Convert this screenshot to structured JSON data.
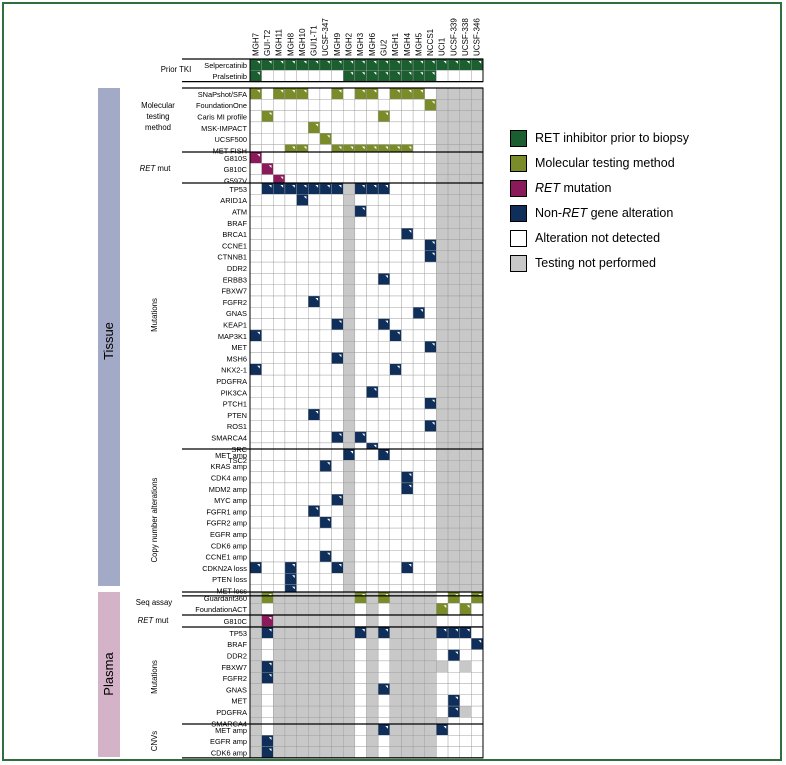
{
  "samples": [
    "MGH7",
    "GUI-T2",
    "MGH11",
    "MGH8",
    "MGH10",
    "GUI1-T1",
    "UCSF-347",
    "MGH9",
    "MGH2",
    "MGH3",
    "MGH6",
    "GU2",
    "MGH1",
    "MGH4",
    "MGH5",
    "NCCS1",
    "UCI1",
    "UCSF-339",
    "UCSF-338",
    "UCSF-346"
  ],
  "tissue_label": "Tissue",
  "plasma_label": "Plasma",
  "colors": {
    "ret_inhibitor": "#1b5e30",
    "molecular": "#7a8c2a",
    "ret_mutation": "#8a1a5a",
    "non_ret": "#0f2f5a",
    "not_detected": "#ffffff",
    "not_performed": "#c8c8c8",
    "tissue_bar": "#a3aac7",
    "plasma_bar": "#d4b3c8"
  },
  "legend": [
    {
      "key": "ret_inhibitor",
      "label": "RET inhibitor prior to biopsy"
    },
    {
      "key": "molecular",
      "label": "Molecular testing method"
    },
    {
      "key": "ret_mutation",
      "label": "RET mutation"
    },
    {
      "key": "non_ret",
      "label": "Non-RET gene alteration"
    },
    {
      "key": "not_detected",
      "label": "Alteration not detected"
    },
    {
      "key": "not_performed",
      "label": "Testing not performed"
    }
  ],
  "groups": [
    {
      "label": "Prior TKI",
      "rows": [
        {
          "name": "Selpercatinib",
          "ret": [
            0,
            1,
            2,
            3,
            4,
            5,
            6,
            7,
            8,
            9,
            10,
            11,
            12,
            13,
            14,
            15,
            16,
            17,
            18,
            19
          ]
        },
        {
          "name": "Pralsetinib",
          "ret": [
            0,
            8,
            9,
            10,
            11,
            12,
            13,
            14,
            15
          ]
        }
      ]
    },
    {
      "label": "Molecular testing method",
      "rows": [
        {
          "name": "SNaPshot/SFA",
          "molecular": [
            0,
            2,
            3,
            4,
            7,
            9,
            10,
            12,
            13,
            14
          ],
          "gray": [
            16,
            17,
            18,
            19
          ]
        },
        {
          "name": "FoundationOne",
          "molecular": [
            15
          ],
          "gray": [
            16,
            17,
            18,
            19
          ]
        },
        {
          "name": "Caris MI profile",
          "molecular": [
            1,
            11
          ],
          "gray": [
            16,
            17,
            18,
            19
          ]
        },
        {
          "name": "MSK-IMPACT",
          "molecular": [
            5
          ],
          "gray": [
            16,
            17,
            18,
            19
          ]
        },
        {
          "name": "UCSF500",
          "molecular": [
            6
          ],
          "gray": [
            16,
            17,
            18,
            19
          ]
        },
        {
          "name": "MET FISH",
          "molecular": [
            3,
            4,
            7,
            8,
            9,
            10,
            11,
            12,
            13
          ],
          "gray": [
            16,
            17,
            18,
            19
          ]
        }
      ]
    },
    {
      "label": "RET mut",
      "rows": [
        {
          "name": "G810S",
          "retmut": [
            0
          ],
          "gray": [
            16,
            17,
            18,
            19
          ]
        },
        {
          "name": "G810C",
          "retmut": [
            1
          ],
          "gray": [
            16,
            17,
            18,
            19
          ]
        },
        {
          "name": "G597V",
          "retmut": [
            2
          ],
          "gray": [
            16,
            17,
            18,
            19
          ]
        }
      ]
    },
    {
      "label": "Mutations",
      "rows": [
        {
          "name": "TP53",
          "alt": [
            1,
            2,
            3,
            4,
            5,
            6,
            7,
            9,
            10,
            11
          ],
          "gray": [
            8,
            16,
            17,
            18,
            19
          ]
        },
        {
          "name": "ARID1A",
          "alt": [
            4
          ],
          "gray": [
            8,
            16,
            17,
            18,
            19
          ]
        },
        {
          "name": "ATM",
          "alt": [
            9
          ],
          "gray": [
            8,
            16,
            17,
            18,
            19
          ]
        },
        {
          "name": "BRAF",
          "alt": [],
          "gray": [
            8,
            16,
            17,
            18,
            19
          ]
        },
        {
          "name": "BRCA1",
          "alt": [
            13
          ],
          "gray": [
            8,
            16,
            17,
            18,
            19
          ]
        },
        {
          "name": "CCNE1",
          "alt": [
            15
          ],
          "gray": [
            8,
            16,
            17,
            18,
            19
          ]
        },
        {
          "name": "CTNNB1",
          "alt": [
            15
          ],
          "gray": [
            8,
            16,
            17,
            18,
            19
          ]
        },
        {
          "name": "DDR2",
          "alt": [],
          "gray": [
            8,
            16,
            17,
            18,
            19
          ]
        },
        {
          "name": "ERBB3",
          "alt": [
            11
          ],
          "gray": [
            8,
            16,
            17,
            18,
            19
          ]
        },
        {
          "name": "FBXW7",
          "alt": [],
          "gray": [
            8,
            16,
            17,
            18,
            19
          ]
        },
        {
          "name": "FGFR2",
          "alt": [
            5
          ],
          "gray": [
            8,
            16,
            17,
            18,
            19
          ]
        },
        {
          "name": "GNAS",
          "alt": [
            14
          ],
          "gray": [
            8,
            16,
            17,
            18,
            19
          ]
        },
        {
          "name": "KEAP1",
          "alt": [
            7,
            11
          ],
          "gray": [
            8,
            16,
            17,
            18,
            19
          ]
        },
        {
          "name": "MAP3K1",
          "alt": [
            0,
            12
          ],
          "gray": [
            8,
            16,
            17,
            18,
            19
          ]
        },
        {
          "name": "MET",
          "alt": [
            15
          ],
          "gray": [
            8,
            16,
            17,
            18,
            19
          ]
        },
        {
          "name": "MSH6",
          "alt": [
            7
          ],
          "gray": [
            8,
            16,
            17,
            18,
            19
          ]
        },
        {
          "name": "NKX2-1",
          "alt": [
            0,
            12
          ],
          "gray": [
            8,
            16,
            17,
            18,
            19
          ]
        },
        {
          "name": "PDGFRA",
          "alt": [],
          "gray": [
            8,
            16,
            17,
            18,
            19
          ]
        },
        {
          "name": "PIK3CA",
          "alt": [
            10
          ],
          "gray": [
            8,
            16,
            17,
            18,
            19
          ]
        },
        {
          "name": "PTCH1",
          "alt": [
            15
          ],
          "gray": [
            8,
            16,
            17,
            18,
            19
          ]
        },
        {
          "name": "PTEN",
          "alt": [
            5
          ],
          "gray": [
            8,
            16,
            17,
            18,
            19
          ]
        },
        {
          "name": "ROS1",
          "alt": [
            15
          ],
          "gray": [
            8,
            16,
            17,
            18,
            19
          ]
        },
        {
          "name": "SMARCA4",
          "alt": [
            7,
            9
          ],
          "gray": [
            8,
            16,
            17,
            18,
            19
          ]
        },
        {
          "name": "SRC",
          "alt": [
            10
          ],
          "gray": [
            8,
            16,
            17,
            18,
            19
          ]
        },
        {
          "name": "TSC2",
          "alt": [
            15
          ],
          "gray": [
            8,
            16,
            17,
            18,
            19
          ]
        }
      ]
    },
    {
      "label": "Copy number alterations",
      "rows": [
        {
          "name": "MET amp",
          "alt": [
            8,
            11
          ],
          "gray": [
            16,
            17,
            18,
            19
          ]
        },
        {
          "name": "KRAS amp",
          "alt": [
            6
          ],
          "gray": [
            8,
            16,
            17,
            18,
            19
          ]
        },
        {
          "name": "CDK4 amp",
          "alt": [
            13
          ],
          "gray": [
            8,
            16,
            17,
            18,
            19
          ]
        },
        {
          "name": "MDM2 amp",
          "alt": [
            13
          ],
          "gray": [
            8,
            16,
            17,
            18,
            19
          ]
        },
        {
          "name": "MYC amp",
          "alt": [
            7
          ],
          "gray": [
            8,
            16,
            17,
            18,
            19
          ]
        },
        {
          "name": "FGFR1 amp",
          "alt": [
            5
          ],
          "gray": [
            8,
            16,
            17,
            18,
            19
          ]
        },
        {
          "name": "FGFR2 amp",
          "alt": [
            6
          ],
          "gray": [
            8,
            16,
            17,
            18,
            19
          ]
        },
        {
          "name": "EGFR amp",
          "alt": [],
          "gray": [
            8,
            16,
            17,
            18,
            19
          ]
        },
        {
          "name": "CDK6 amp",
          "alt": [],
          "gray": [
            8,
            16,
            17,
            18,
            19
          ]
        },
        {
          "name": "CCNE1 amp",
          "alt": [
            6
          ],
          "gray": [
            8,
            16,
            17,
            18,
            19
          ]
        },
        {
          "name": "CDKN2A loss",
          "alt": [
            0,
            3,
            7,
            13
          ],
          "gray": [
            8,
            16,
            17,
            18,
            19
          ]
        },
        {
          "name": "PTEN loss",
          "alt": [
            3
          ],
          "gray": [
            8,
            16,
            17,
            18,
            19
          ]
        },
        {
          "name": "MET loss",
          "alt": [
            3
          ],
          "gray": [
            8,
            16,
            17,
            18,
            19
          ]
        }
      ]
    },
    {
      "label": "Seq assay",
      "rows": [
        {
          "name": "Guardant360",
          "molecular": [
            1,
            9,
            11,
            17,
            19
          ],
          "gray": [
            0,
            2,
            3,
            4,
            5,
            6,
            7,
            8,
            10,
            12,
            13,
            14,
            15
          ]
        },
        {
          "name": "FoundationACT",
          "molecular": [
            16,
            18
          ],
          "gray": [
            0,
            2,
            3,
            4,
            5,
            6,
            7,
            8,
            10,
            12,
            13,
            14,
            15
          ]
        }
      ]
    },
    {
      "label": "RET mut",
      "rows": [
        {
          "name": "G810C",
          "retmut": [
            1
          ],
          "gray": [
            0,
            2,
            3,
            4,
            5,
            6,
            7,
            8,
            10,
            12,
            13,
            14,
            15
          ]
        }
      ]
    },
    {
      "label": "Mutations",
      "rows": [
        {
          "name": "TP53",
          "alt": [
            1,
            9,
            11,
            16,
            17,
            18
          ],
          "gray": [
            0,
            2,
            3,
            4,
            5,
            6,
            7,
            8,
            10,
            12,
            13,
            14,
            15
          ]
        },
        {
          "name": "BRAF",
          "alt": [
            19
          ],
          "gray": [
            0,
            2,
            3,
            4,
            5,
            6,
            7,
            8,
            10,
            12,
            13,
            14,
            15
          ]
        },
        {
          "name": "DDR2",
          "alt": [
            17
          ],
          "gray": [
            0,
            2,
            3,
            4,
            5,
            6,
            7,
            8,
            10,
            12,
            13,
            14,
            15
          ]
        },
        {
          "name": "FBXW7",
          "alt": [
            1
          ],
          "gray": [
            0,
            2,
            3,
            4,
            5,
            6,
            7,
            8,
            10,
            12,
            13,
            14,
            15,
            16,
            18
          ]
        },
        {
          "name": "FGFR2",
          "alt": [
            1
          ],
          "gray": [
            0,
            2,
            3,
            4,
            5,
            6,
            7,
            8,
            10,
            12,
            13,
            14,
            15
          ]
        },
        {
          "name": "GNAS",
          "alt": [
            11
          ],
          "gray": [
            0,
            2,
            3,
            4,
            5,
            6,
            7,
            8,
            10,
            12,
            13,
            14,
            15
          ]
        },
        {
          "name": "MET",
          "alt": [
            17
          ],
          "gray": [
            0,
            2,
            3,
            4,
            5,
            6,
            7,
            8,
            10,
            12,
            13,
            14,
            15
          ]
        },
        {
          "name": "PDGFRA",
          "alt": [
            17
          ],
          "gray": [
            0,
            2,
            3,
            4,
            5,
            6,
            7,
            8,
            10,
            12,
            13,
            14,
            15,
            18
          ]
        },
        {
          "name": "SMARCA4",
          "alt": [],
          "gray": [
            0,
            2,
            3,
            4,
            5,
            6,
            7,
            8,
            10,
            12,
            13,
            14,
            15,
            16
          ]
        }
      ]
    },
    {
      "label": "CNVs",
      "rows": [
        {
          "name": "MET amp",
          "alt": [
            11,
            16
          ],
          "gray": [
            0,
            2,
            3,
            4,
            5,
            6,
            7,
            8,
            10,
            12,
            13,
            14,
            15
          ]
        },
        {
          "name": "EGFR amp",
          "alt": [
            1
          ],
          "gray": [
            0,
            2,
            3,
            4,
            5,
            6,
            7,
            8,
            10,
            12,
            13,
            14,
            15
          ]
        },
        {
          "name": "CDK6 amp",
          "alt": [
            1
          ],
          "gray": [
            0,
            2,
            3,
            4,
            5,
            6,
            7,
            8,
            10,
            12,
            13,
            14,
            15
          ]
        }
      ]
    }
  ]
}
